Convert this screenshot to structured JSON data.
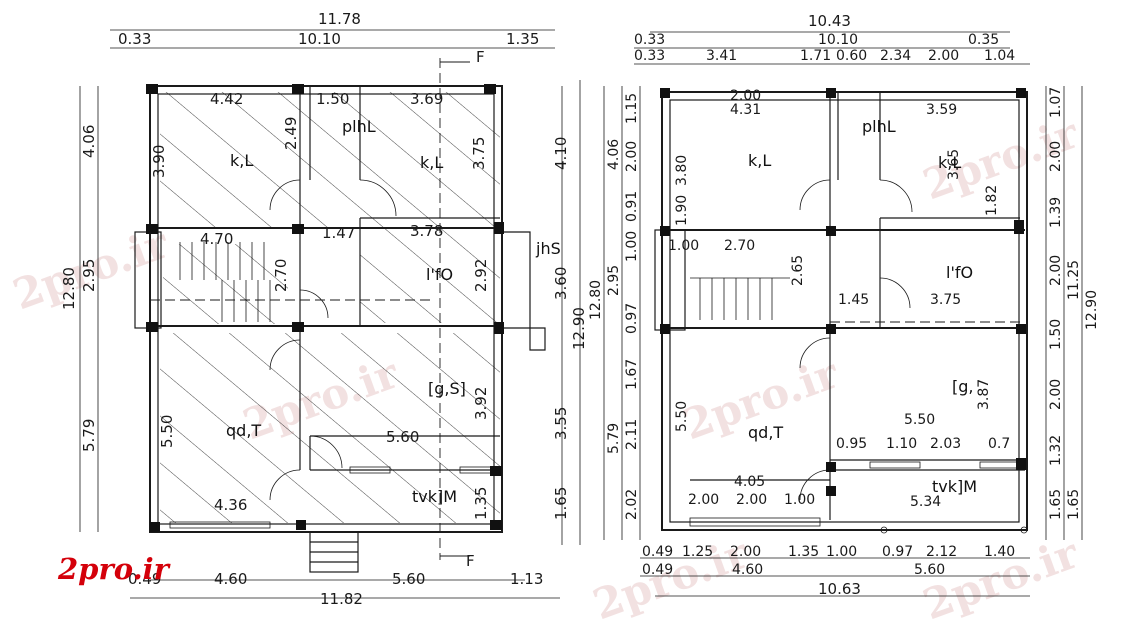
{
  "logo": "2pro.ir",
  "watermark": "2pro.ir",
  "colors": {
    "line": "#1a1a1a",
    "hatch": "#333333",
    "logo": "#d4000a",
    "watermark": "#e8c9c9"
  },
  "left_plan": {
    "top_dims": {
      "overall": "11.78",
      "left": "0.33",
      "middle": "10.10",
      "right": "1.35"
    },
    "bottom_dims": {
      "overall": "11.82",
      "a": "0.49",
      "b": "4.60",
      "c": "5.60",
      "d": "1.13"
    },
    "left_dims": {
      "overall": "12.80",
      "a": "4.06",
      "b": "2.95",
      "c": "5.79"
    },
    "right_dims": {
      "overall": "12.90",
      "a": "4.10",
      "b": "3.60",
      "c": "3.55",
      "d": "1.65"
    },
    "section": "F",
    "interior": {
      "d442": "4.42",
      "d150": "1.50",
      "d369": "3.69",
      "d390": "3.90",
      "d249": "2.49",
      "d375": "3.75",
      "d470": "4.70",
      "d147": "1.47",
      "d378": "3.78",
      "d270": "2.70",
      "d292": "2.92",
      "d550": "5.50",
      "d560": "5.60",
      "d392": "3.92",
      "d436": "4.36",
      "d135": "1.35"
    },
    "rooms": {
      "kl1": "k,L",
      "kl2": "k,L",
      "plhl": "plhL",
      "lfo": "l'fO",
      "jhs": "jhS",
      "gs": "[g,S]",
      "qdt": "qd,T",
      "tvkm": "tvk]M"
    }
  },
  "right_plan": {
    "top_dims": {
      "overall": "10.43",
      "row2": {
        "a": "0.33",
        "b": "10.10",
        "c": "0.35"
      },
      "row3": {
        "a": "0.33",
        "b": "3.41",
        "c": "1.71",
        "d": "0.60",
        "e": "2.34",
        "f": "2.00",
        "g": "1.04"
      }
    },
    "bottom_dims": {
      "row1": {
        "a": "0.49",
        "b": "1.25",
        "c": "2.00",
        "d": "1.35",
        "e": "1.00",
        "f": "0.97",
        "g": "2.12",
        "h": "1.40"
      },
      "row2": {
        "a": "0.49",
        "b": "4.60",
        "c": "5.60"
      },
      "overall": "10.63"
    },
    "left_dims": {
      "outer": {
        "a": "4.06",
        "b": "2.95",
        "c": "5.79",
        "total": "12.80"
      },
      "inner": {
        "a": "1.15",
        "b": "2.00",
        "c": "0.91",
        "d": "1.00",
        "e": "0.97",
        "f": "1.67",
        "g": "2.11",
        "h": "2.02"
      }
    },
    "right_dims": {
      "inner": {
        "a": "1.07",
        "b": "2.00",
        "c": "1.39",
        "d": "2.00",
        "e": "1.50",
        "f": "2.00",
        "g": "1.32",
        "h": "1.65"
      },
      "outer": {
        "a": "11.25",
        "b": "1.65",
        "total": "12.90"
      }
    },
    "interior": {
      "d431": "4.31",
      "d359": "3.59",
      "d200a": "2.00",
      "d380": "3.80",
      "d190": "1.90",
      "d100": "1.00",
      "d270": "2.70",
      "d265": "2.65",
      "d145": "1.45",
      "d375": "3.75",
      "d365": "3.65",
      "d550": "5.50",
      "d550b": "5.50",
      "d095": "0.95",
      "d110": "1.10",
      "d203": "2.03",
      "d07": "0.7",
      "d405": "4.05",
      "d200b": "2.00",
      "d200c": "2.00",
      "d100b": "1.00",
      "d534": "5.34",
      "d387": "3.87",
      "d182": "1.82"
    },
    "rooms": {
      "kl1": "k,L",
      "kl2": "k,L",
      "plhl": "plhL",
      "lfo": "l'fO",
      "g": "[g,",
      "qdt": "qd,T",
      "tvkm": "tvk]M"
    }
  }
}
